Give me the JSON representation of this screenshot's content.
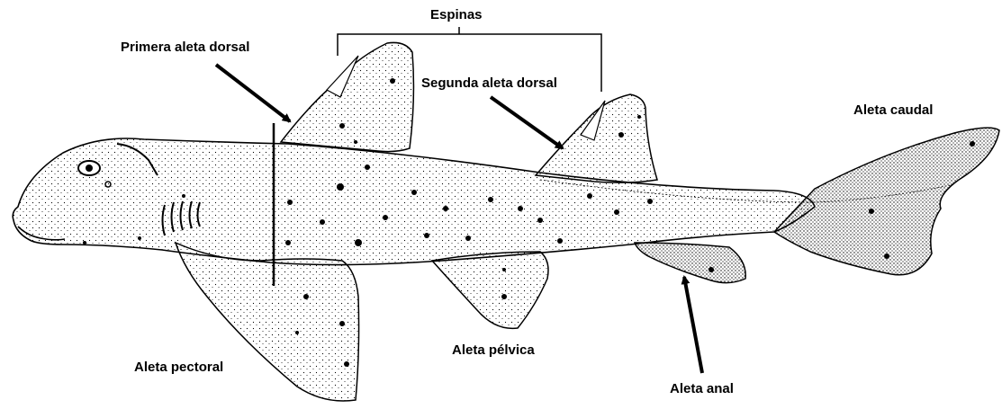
{
  "labels": {
    "espinas": "Espinas",
    "primera_dorsal": "Primera aleta dorsal",
    "segunda_dorsal": "Segunda aleta dorsal",
    "caudal": "Aleta caudal",
    "pectoral": "Aleta pectoral",
    "pelvica": "Aleta pélvica",
    "anal": "Aleta anal"
  },
  "colors": {
    "ink": "#000000",
    "background": "#ffffff"
  }
}
